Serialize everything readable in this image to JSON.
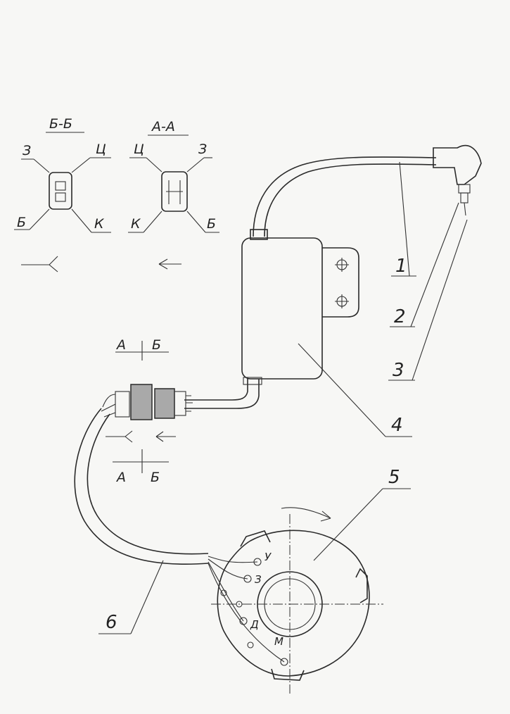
{
  "sections": {
    "bb": {
      "title": "Б-Б",
      "tl": "З",
      "tr": "Ц",
      "bl": "Б",
      "br": "К"
    },
    "aa": {
      "title": "А-А",
      "tl": "Ц",
      "tr": "З",
      "bl": "К",
      "br": "Б"
    }
  },
  "parts": [
    "1",
    "2",
    "3",
    "4",
    "5",
    "6"
  ],
  "cut_marks": {
    "top_a": "А",
    "top_b": "Б",
    "bottom_a": "А",
    "bottom_b": "Б"
  },
  "terminals": {
    "u": "У",
    "z": "З",
    "d": "Д",
    "m": "М"
  }
}
